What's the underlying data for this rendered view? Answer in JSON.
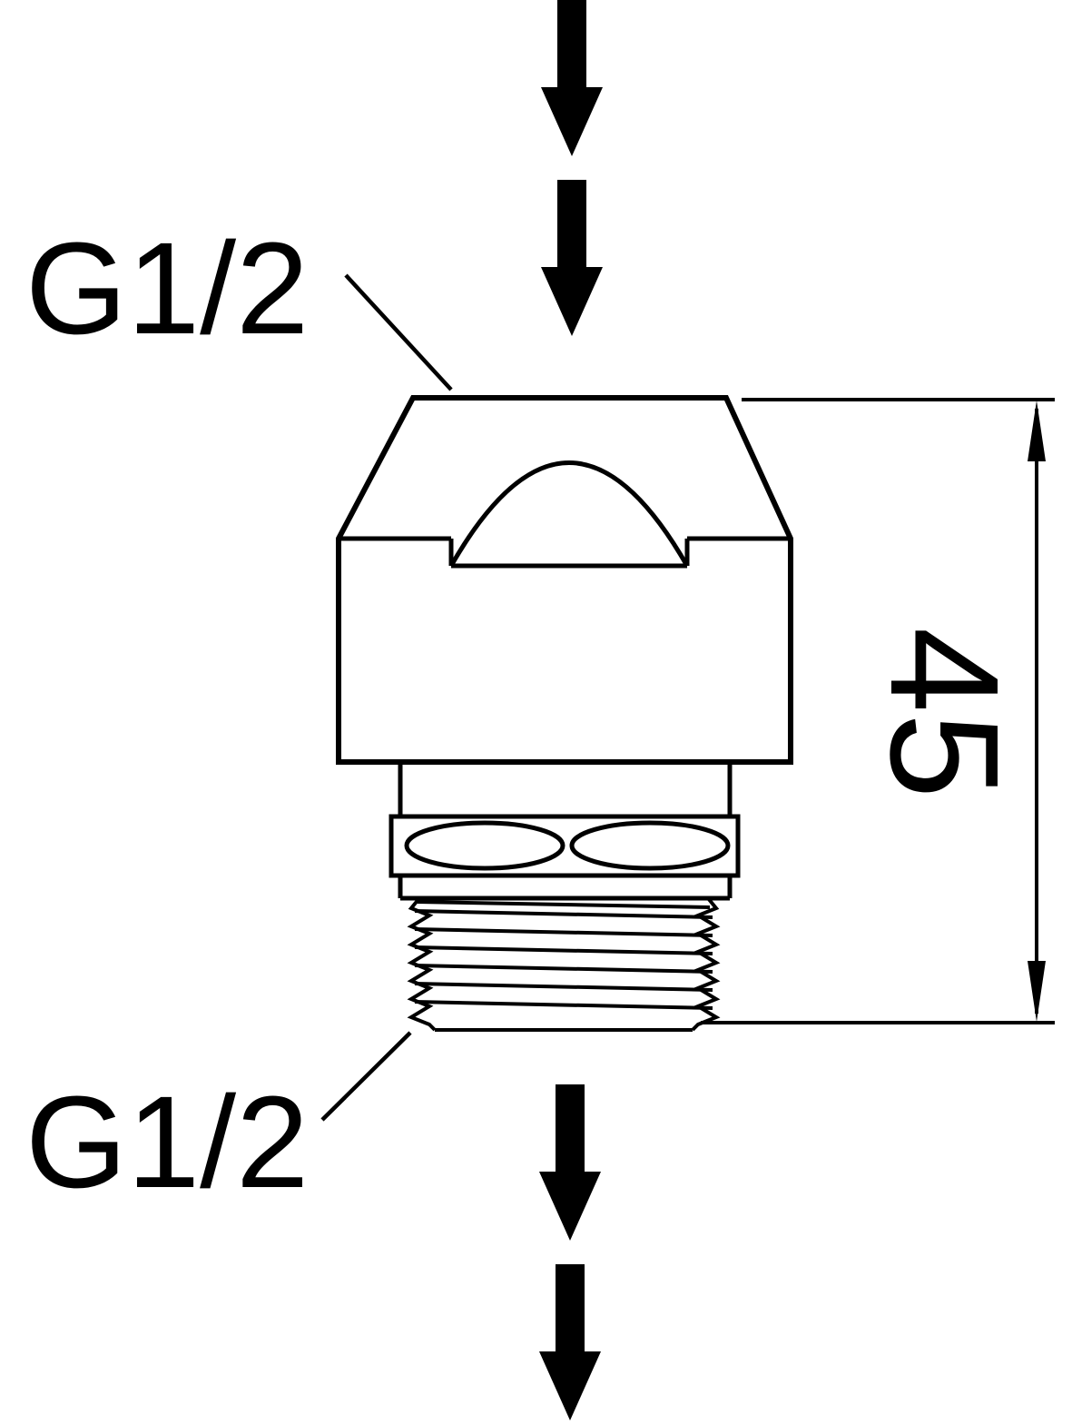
{
  "callouts": {
    "top_port": {
      "label": "G1/2"
    },
    "bottom_port": {
      "label": "G1/2"
    }
  },
  "dimension": {
    "height": "45"
  },
  "icons": {
    "inlet_flow": "flow-down-arrow-icon",
    "outlet_flow": "flow-down-arrow-icon",
    "dimension_top": "dimension-arrow-up-icon",
    "dimension_bottom": "dimension-arrow-down-icon"
  },
  "colors": {
    "line": "#000000",
    "background": "#ffffff"
  }
}
